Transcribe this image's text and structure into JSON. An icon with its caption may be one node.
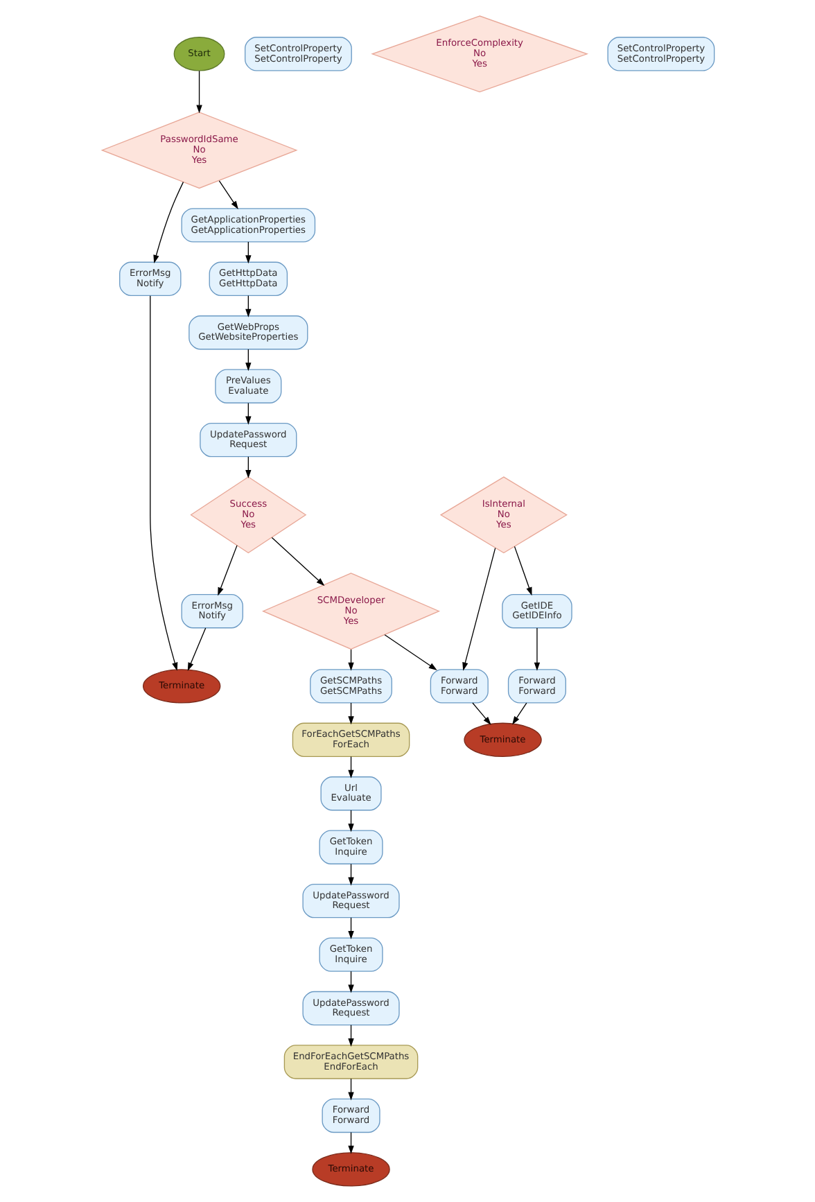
{
  "diagram": {
    "nodes": [
      {
        "text": [
          "Start"
        ]
      },
      {
        "text": [
          "SetControlProperty",
          "SetControlProperty"
        ]
      },
      {
        "text": [
          "PasswordIdSame",
          "No",
          "Yes"
        ]
      },
      {
        "text": [
          "ErrorMsg",
          "Notify"
        ]
      },
      {
        "text": [
          "Terminate"
        ]
      },
      {
        "text": [
          "EnforceComplexity",
          "No",
          "Yes"
        ]
      },
      {
        "text": [
          "GetApplicationProperties",
          "GetApplicationProperties"
        ]
      },
      {
        "text": [
          "GetHttpData",
          "GetHttpData"
        ]
      },
      {
        "text": [
          "GetWebProps",
          "GetWebsiteProperties"
        ]
      },
      {
        "text": [
          "PreValues",
          "Evaluate"
        ]
      },
      {
        "text": [
          "UpdatePassword",
          "Request"
        ]
      },
      {
        "text": [
          "SCMDeveloper",
          "No",
          "Yes"
        ]
      },
      {
        "text": [
          "Success",
          "No",
          "Yes"
        ]
      },
      {
        "text": [
          "ErrorMsg",
          "Notify"
        ]
      },
      {
        "text": [
          "SetControlProperty",
          "SetControlProperty"
        ]
      },
      {
        "text": [
          "GetSCMPaths",
          "GetSCMPaths"
        ]
      },
      {
        "text": [
          "ForEachGetSCMPaths",
          "ForEach"
        ]
      },
      {
        "text": [
          "IsInternal",
          "No",
          "Yes"
        ]
      },
      {
        "text": [
          "Forward",
          "Forward"
        ]
      },
      {
        "text": [
          "Url",
          "Evaluate"
        ]
      },
      {
        "text": [
          "GetIDE",
          "GetIDEInfo"
        ]
      },
      {
        "text": [
          "GetToken",
          "Inquire"
        ]
      },
      {
        "text": [
          "Forward",
          "Forward"
        ]
      },
      {
        "text": [
          "Terminate"
        ]
      },
      {
        "text": [
          "UpdatePassword",
          "Request"
        ]
      },
      {
        "text": [
          "GetToken",
          "Inquire"
        ]
      },
      {
        "text": [
          "UpdatePassword",
          "Request"
        ]
      },
      {
        "text": [
          "EndForEachGetSCMPaths",
          "EndForEach"
        ]
      },
      {
        "text": [
          "Forward",
          "Forward"
        ]
      },
      {
        "text": [
          "Terminate"
        ]
      }
    ],
    "edges": [
      {
        "from": 0,
        "to": 2,
        "arrow": "to"
      },
      {
        "from": 2,
        "to": 3,
        "arrow": "to"
      },
      {
        "from": 3,
        "to": 4,
        "arrow": "to"
      },
      {
        "from": 2,
        "to": 6,
        "arrow": "to"
      },
      {
        "from": 6,
        "to": 7,
        "arrow": "to"
      },
      {
        "from": 7,
        "to": 8,
        "arrow": "to"
      },
      {
        "from": 8,
        "to": 9,
        "arrow": "to"
      },
      {
        "from": 9,
        "to": 10,
        "arrow": "to"
      },
      {
        "from": 10,
        "to": 12,
        "arrow": "to"
      },
      {
        "from": 12,
        "to": 13,
        "arrow": "to"
      },
      {
        "from": 13,
        "to": 4,
        "arrow": "to"
      },
      {
        "from": 12,
        "to": 11,
        "arrow": "to"
      },
      {
        "from": 11,
        "to": 18,
        "arrow": "to"
      },
      {
        "from": 11,
        "to": 15,
        "arrow": "to"
      },
      {
        "from": 15,
        "to": 16,
        "arrow": "to"
      },
      {
        "from": 16,
        "to": 19,
        "arrow": "to"
      },
      {
        "from": 19,
        "to": 21,
        "arrow": "to"
      },
      {
        "from": 21,
        "to": 24,
        "arrow": "to"
      },
      {
        "from": 24,
        "to": 25,
        "arrow": "to"
      },
      {
        "from": 25,
        "to": 26,
        "arrow": "to"
      },
      {
        "from": 26,
        "to": 27,
        "arrow": "to"
      },
      {
        "from": 27,
        "to": 28,
        "arrow": "to"
      },
      {
        "from": 28,
        "to": 29,
        "arrow": "to"
      },
      {
        "from": 17,
        "to": 18,
        "arrow": "to"
      },
      {
        "from": 17,
        "to": 20,
        "arrow": "to"
      },
      {
        "from": 20,
        "to": 22,
        "arrow": "to"
      },
      {
        "from": 22,
        "to": 23,
        "arrow": "to"
      },
      {
        "from": 18,
        "to": 23,
        "arrow": "to"
      }
    ]
  }
}
